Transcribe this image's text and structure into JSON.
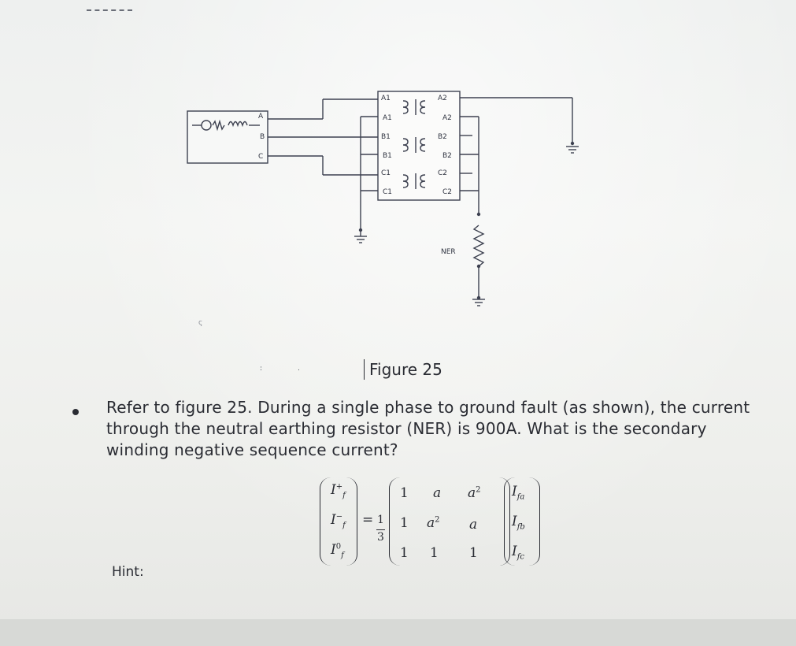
{
  "circuit": {
    "phase_labels": [
      "A",
      "B",
      "C"
    ],
    "transformer_terminals": [
      "A1",
      "A1",
      "A2",
      "A2",
      "B1",
      "B1",
      "B2",
      "B2",
      "C1",
      "C1",
      "C2",
      "C2"
    ],
    "resistor_label": "NER",
    "stray_marks": [
      "ς",
      ":",
      "."
    ]
  },
  "figure": {
    "caption": "Figure 25"
  },
  "question": {
    "text": "Refer to figure 25. During a single phase to ground fault (as shown), the current through the neutral earthing resistor (NER) is 900A. What is the secondary winding negative sequence current?"
  },
  "hint": {
    "label": "Hint:"
  },
  "equation": {
    "lhs": [
      "I",
      "I",
      "I"
    ],
    "lhs_sup": [
      "+",
      "−",
      "0"
    ],
    "lhs_sub": [
      "f",
      "f",
      "f"
    ],
    "equals": "=",
    "fraction_num": "1",
    "fraction_den": "3",
    "matrix": [
      [
        "1",
        "a",
        "a"
      ],
      [
        "1",
        "a",
        "a"
      ],
      [
        "1",
        "1",
        "1"
      ]
    ],
    "matrix_sup": [
      [
        "",
        "",
        "2"
      ],
      [
        "",
        "2",
        ""
      ],
      [
        "",
        "",
        ""
      ]
    ],
    "rhs": [
      "I",
      "I",
      "I"
    ],
    "rhs_sub": [
      "fa",
      "fb",
      "fc"
    ]
  }
}
